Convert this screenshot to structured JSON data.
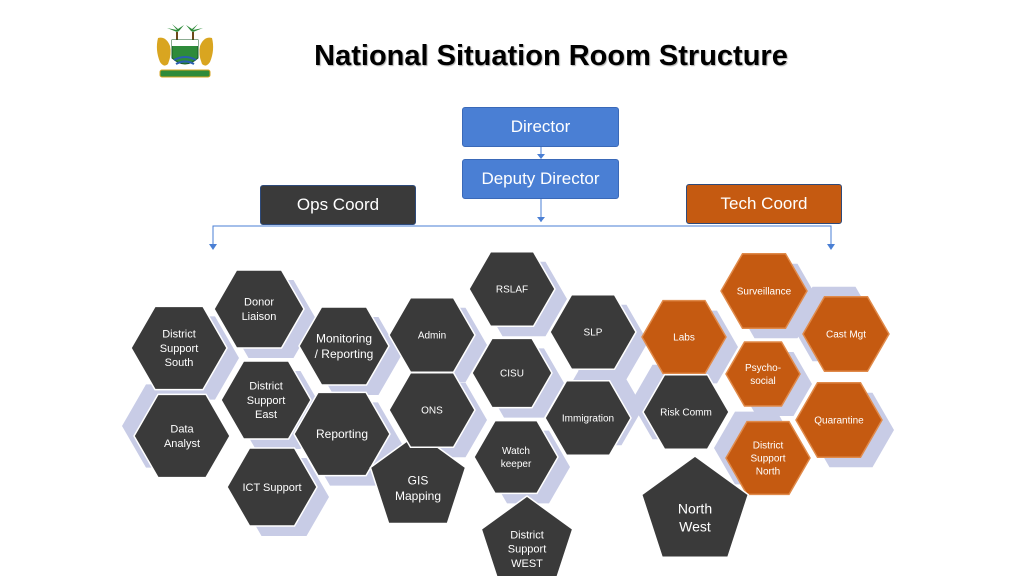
{
  "title": "National Situation Room Structure",
  "boxes": {
    "director": "Director",
    "deputy_director": "Deputy Director",
    "ops_coord": "Ops Coord",
    "tech_coord": "Tech Coord"
  },
  "ops_units": {
    "donor_liaison": [
      "Donor",
      "Liaison"
    ],
    "district_support_south": [
      "District",
      "Support",
      "South"
    ],
    "monitoring_reporting": [
      "Monitoring",
      "/ Reporting"
    ],
    "district_support_east": [
      "District",
      "Support",
      "East"
    ],
    "data_analyst": [
      "Data",
      "Analyst"
    ],
    "reporting": [
      "Reporting"
    ],
    "ict_support": [
      "ICT Support"
    ],
    "gis_mapping": [
      "GIS",
      "Mapping"
    ]
  },
  "central_units": {
    "rslaf": [
      "RSLAF"
    ],
    "admin": [
      "Admin"
    ],
    "slp": [
      "SLP"
    ],
    "cisu": [
      "CISU"
    ],
    "ons": [
      "ONS"
    ],
    "immigration": [
      "Immigration"
    ],
    "watch_keeper": [
      "Watch",
      "keeper"
    ],
    "district_support_west": [
      "District",
      "Support",
      "WEST"
    ]
  },
  "tech_units": {
    "surveillance": [
      "Surveillance"
    ],
    "labs": [
      "Labs"
    ],
    "cast_mgt": [
      "Cast Mgt"
    ],
    "psycho_social": [
      "Psycho-",
      "social"
    ],
    "risk_comm": [
      "Risk Comm"
    ],
    "quarantine": [
      "Quarantine"
    ],
    "district_support_north": [
      "District",
      "Support",
      "North"
    ],
    "north_west": [
      "North",
      "West"
    ]
  },
  "colors": {
    "blue": "#4a7fd4",
    "dark": "#3a3a3a",
    "orange": "#c55a11",
    "line": "#4a7fd4",
    "shadow": "#c8cce6"
  }
}
